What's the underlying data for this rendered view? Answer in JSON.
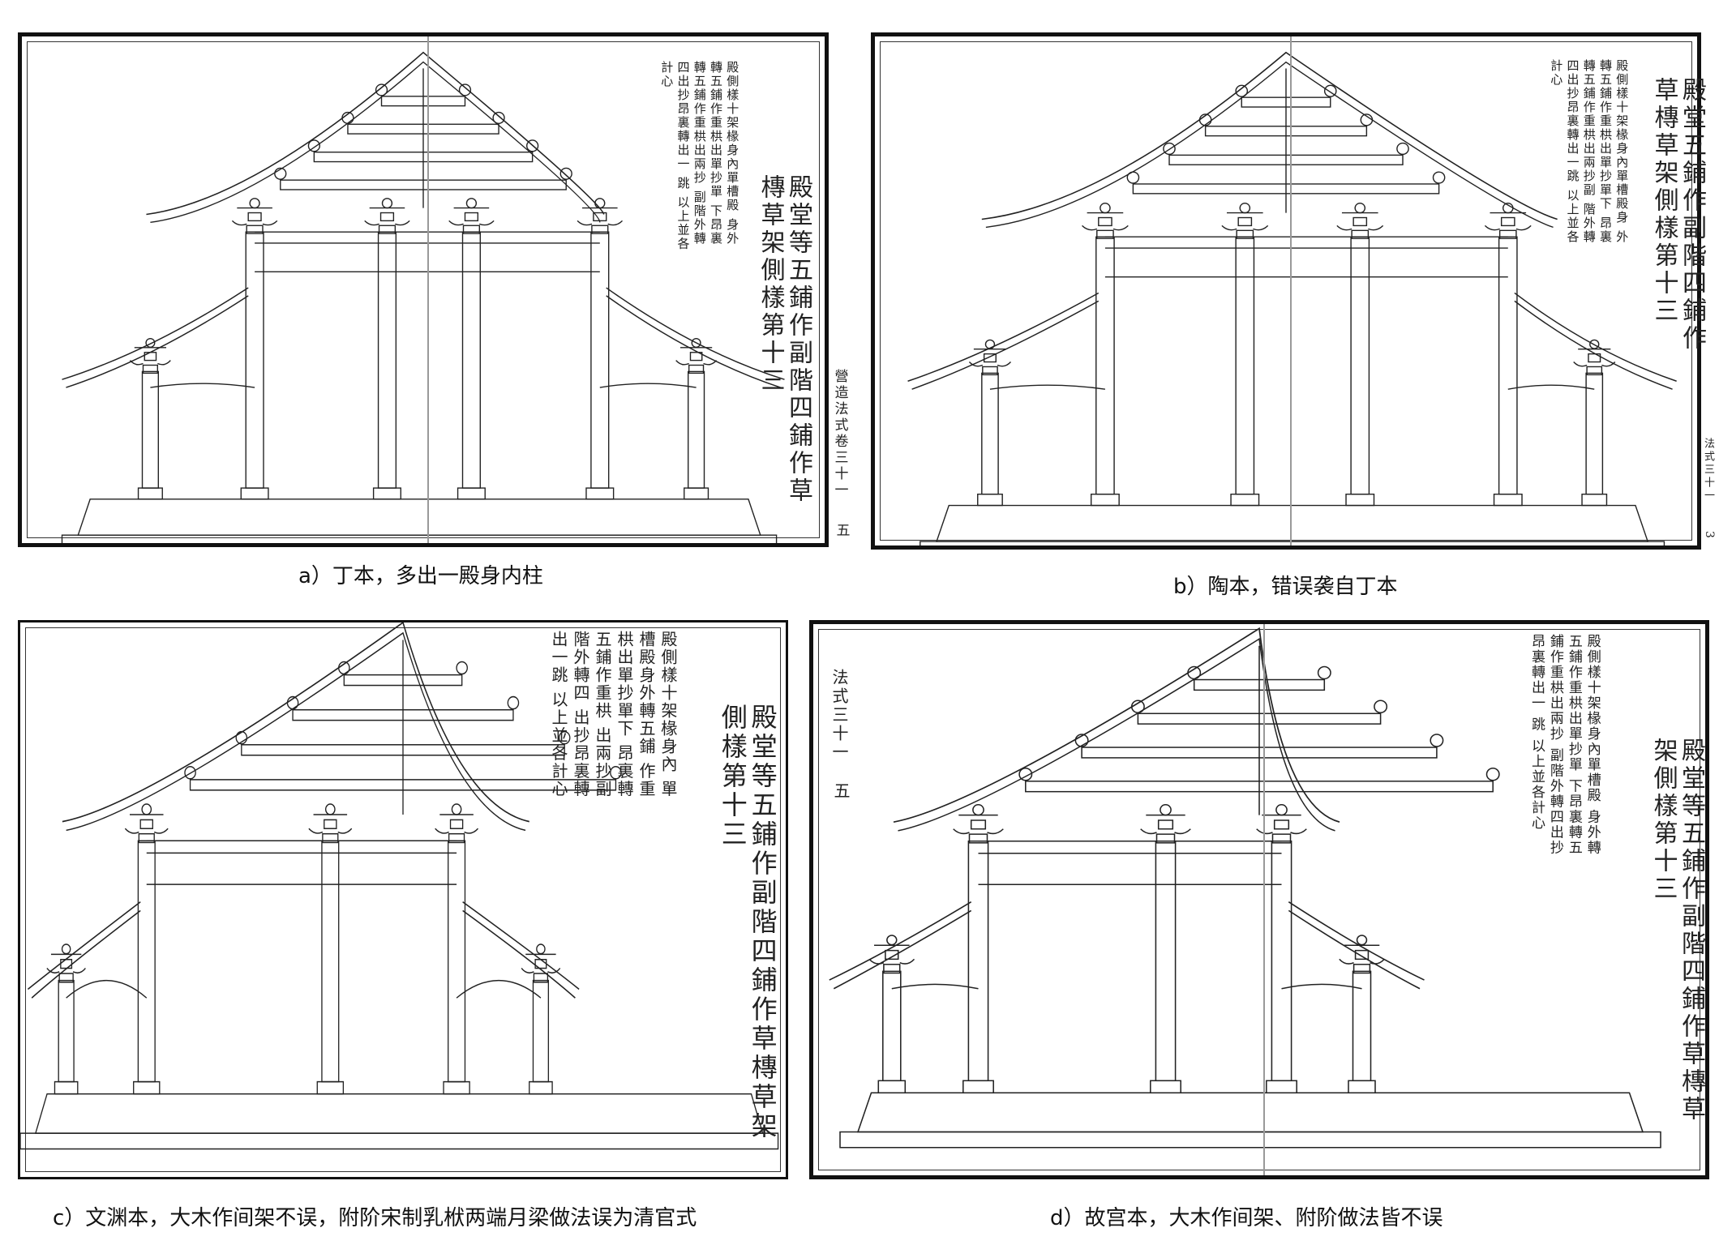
{
  "panels": [
    {
      "id": "a",
      "title": "殿堂等五鋪作副階四鋪作草槫草架側樣第十三",
      "notes": [
        "殿側樣十架椽身內單槽殿",
        "身外轉五鋪作重栱出單抄單",
        "下昂裏轉五鋪作重栱出兩抄",
        "副階外轉四出抄昂裏轉出一",
        "跳 以上並各計心"
      ],
      "page_mark": "營造法式卷三十一",
      "page_number": "五",
      "caption": "a）丁本，多出一殿身内柱"
    },
    {
      "id": "b",
      "title": "殿堂五鋪作副階四鋪作草槫草架側樣第十三",
      "notes": [
        "殿側樣十架椽身內單槽殿身",
        "外轉五鋪作重栱出單抄單下",
        "昂裏轉五鋪作重栱出兩抄副",
        "階外轉四出抄昂裏轉出一跳",
        "以上並各計心"
      ],
      "page_mark": "法式三十一",
      "page_number": "3",
      "caption": "b）陶本，错误袭自丁本"
    },
    {
      "id": "c",
      "title": "殿堂等五鋪作副階四鋪作草槫草架側樣第十三",
      "notes": [
        "殿側樣十架椽身內",
        "單槽殿身外轉五鋪",
        "作重栱出單抄單下",
        "昂裏轉五鋪作重栱",
        "出兩抄副階外轉四",
        "出抄昂裏轉出一跳",
        "以上並各計心"
      ],
      "caption": "c）文渊本，大木作间架不误，附阶宋制乳栿两端月梁做法误为清官式"
    },
    {
      "id": "d",
      "title": "殿堂等五鋪作副階四鋪作草槫草架側樣第十三",
      "notes": [
        "殿側樣十架椽身內單槽殿",
        "身外轉五鋪作重栱出單抄單",
        "下昂裏轉五鋪作重栱出兩抄",
        "副階外轉四出抄昂裏轉出一",
        "跳 以上並各計心"
      ],
      "page_mark": "法式三十一",
      "page_number": "五",
      "caption": "d）故宫本，大木作间架、附阶做法皆不误"
    }
  ]
}
